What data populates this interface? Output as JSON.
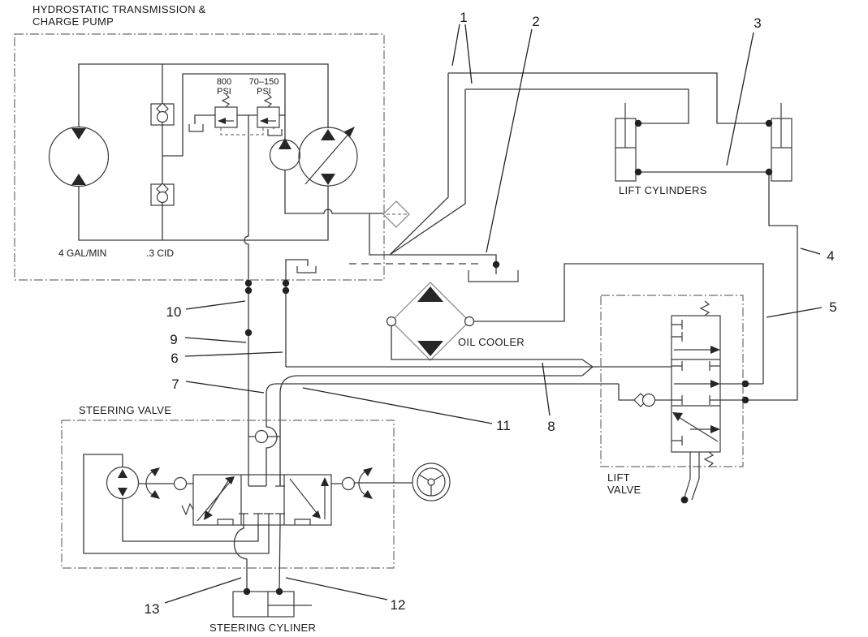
{
  "colors": {
    "background": "#ffffff",
    "line": "#3a3a3a",
    "text": "#1a1a1a"
  },
  "sections": {
    "transmission": {
      "title_line1": "HYDROSTATIC TRANSMISSION &",
      "title_line2": "CHARGE PUMP",
      "flow_rating": "4 GAL/MIN",
      "pump_displacement": ".3 CID",
      "relief_valve_1_pressure": "800",
      "relief_valve_1_unit": "PSI",
      "relief_valve_2_pressure": "70–150",
      "relief_valve_2_unit": "PSI"
    },
    "lift_cylinders": {
      "label": "LIFT CYLINDERS"
    },
    "oil_cooler": {
      "label": "OIL COOLER"
    },
    "lift_valve": {
      "label_line1": "LIFT",
      "label_line2": "VALVE"
    },
    "steering_valve": {
      "label": "STEERING VALVE"
    },
    "steering_cylinder": {
      "label": "STEERING CYLINER"
    }
  },
  "callouts": {
    "c1": "1",
    "c2": "2",
    "c3": "3",
    "c4": "4",
    "c5": "5",
    "c6": "6",
    "c7": "7",
    "c8": "8",
    "c9": "9",
    "c10": "10",
    "c11": "11",
    "c12": "12",
    "c13": "13"
  }
}
